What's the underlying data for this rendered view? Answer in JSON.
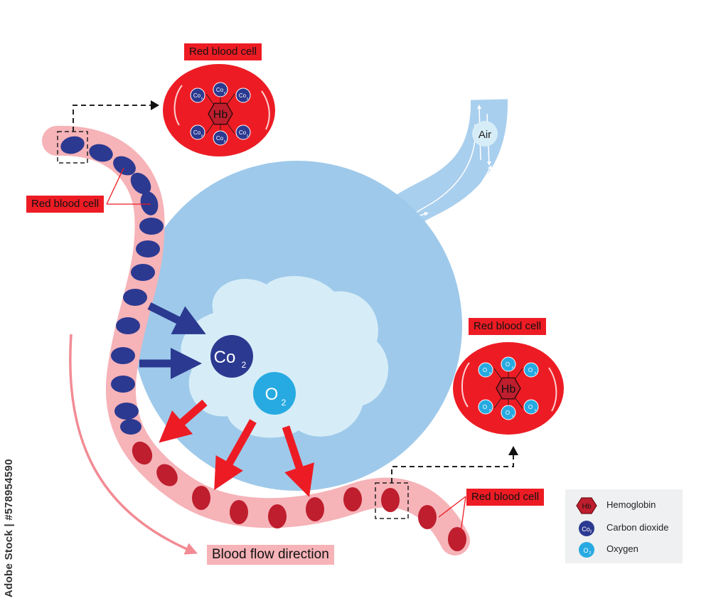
{
  "labels": {
    "rbc_top": "Red blood cell",
    "rbc_left": "Red blood cell",
    "rbc_right": "Red blood cell",
    "rbc_bottom": "Red blood cell",
    "blood_flow": "Blood flow direction",
    "air": "Air",
    "co2_main": "Co",
    "co2_sub": "2",
    "o2_main": "O",
    "o2_sub": "2",
    "hb": "Hb",
    "co2_small_main": "Co",
    "co2_small_sub": "2",
    "o2_small_main": "O",
    "o2_small_sub": "2"
  },
  "legend": {
    "items": [
      {
        "label": "Hemoglobin",
        "icon": "hexagon-hb-icon",
        "icon_text": "Hb"
      },
      {
        "label": "Carbon dioxide",
        "icon": "co2-molecule-icon",
        "icon_text": "Co"
      },
      {
        "label": "Oxygen",
        "icon": "o2-molecule-icon",
        "icon_text": "O"
      }
    ]
  },
  "watermark": "Adobe Stock | #578954590",
  "colors": {
    "red": "#ed1c24",
    "dark_red": "#be1e2d",
    "navy": "#2b3990",
    "light_blue": "#27aae1",
    "alveolus": "#9ec9ea",
    "air_space": "#d6edf8",
    "vessel": "#f6b3b8",
    "legend_bg": "#eef0f1"
  }
}
